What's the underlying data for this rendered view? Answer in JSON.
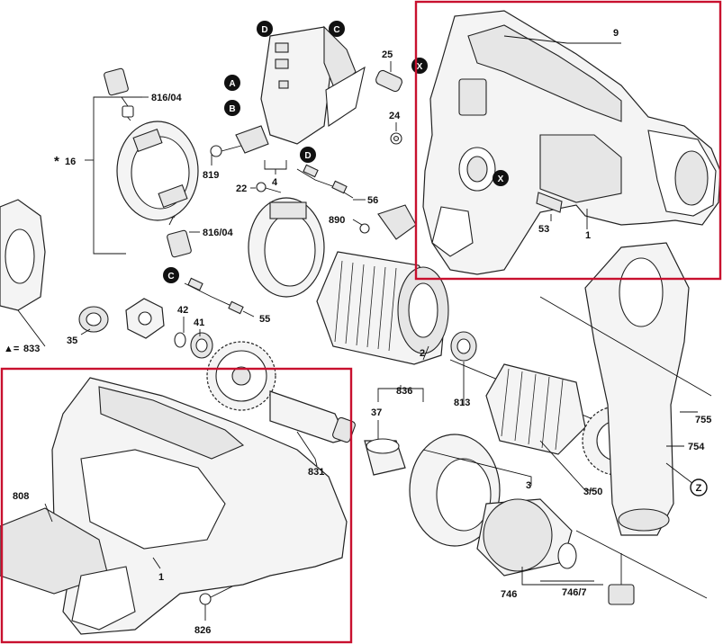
{
  "diagram": {
    "highlight_color": "#c8102e",
    "callouts": {
      "A": "A",
      "B": "B",
      "C": "C",
      "D": "D",
      "X": "X",
      "Z": "Z"
    },
    "part_numbers": {
      "p9": "9",
      "p25": "25",
      "p24": "24",
      "p816_04": "816/04",
      "p16": "16",
      "p819": "819",
      "p4": "4",
      "p22": "22",
      "p56": "56",
      "p890": "890",
      "p53": "53",
      "p1_top": "1",
      "p42": "42",
      "p41": "41",
      "p55": "55",
      "p35": "35",
      "p833": "833",
      "p2": "2",
      "p836": "836",
      "p37": "37",
      "p813": "813",
      "p831": "831",
      "p755": "755",
      "p754": "754",
      "p3": "3",
      "p3_50": "3/50",
      "p808": "808",
      "p1_bottom": "1",
      "p826": "826",
      "p746": "746",
      "p746_7": "746/7"
    },
    "symbols": {
      "star": "*",
      "triangle": "▲="
    }
  }
}
